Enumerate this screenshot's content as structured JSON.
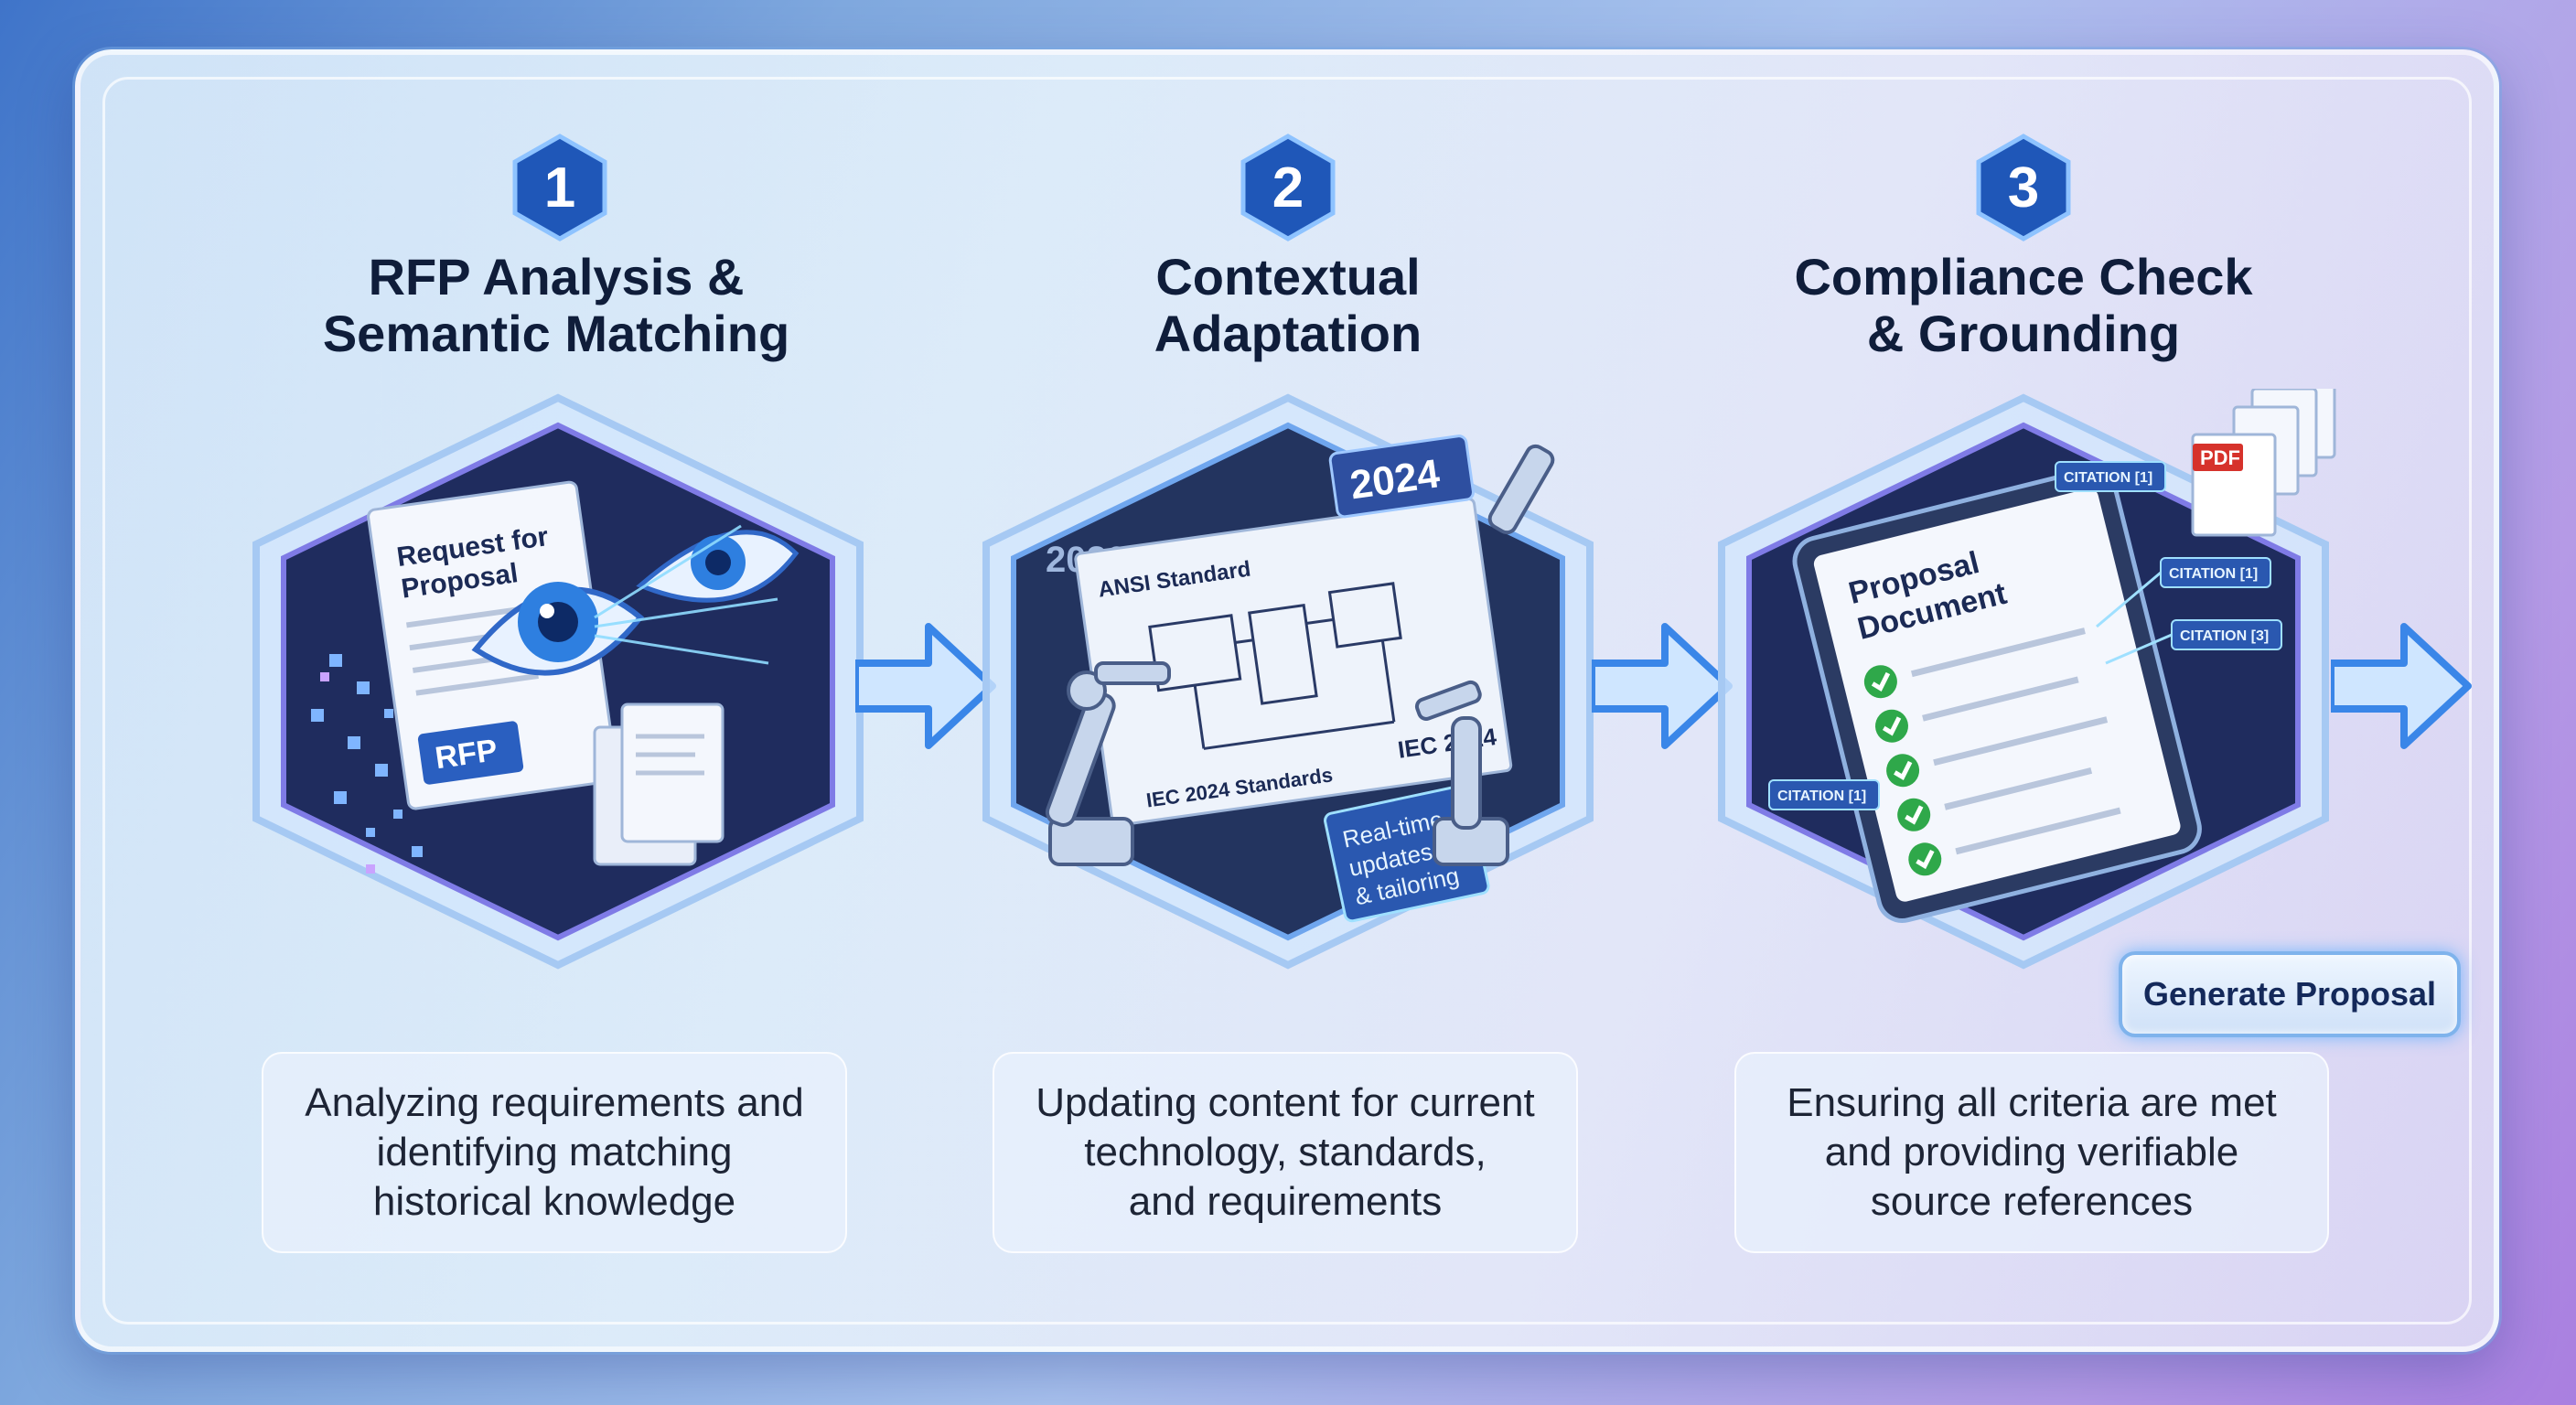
{
  "steps": [
    {
      "number": "1",
      "title_line1": "RFP Analysis &",
      "title_line2": "Semantic Matching",
      "description_line1": "Analyzing requirements and",
      "description_line2": "identifying matching",
      "description_line3": "historical knowledge",
      "illustration": {
        "doc_heading_line1": "Request for",
        "doc_heading_line2": "Proposal",
        "doc_badge": "RFP",
        "icon": "eye-icon"
      }
    },
    {
      "number": "2",
      "title_line1": "Contextual",
      "title_line2": "Adaptation",
      "description_line1": "Updating content for current",
      "description_line2": "technology, standards,",
      "description_line3": "and requirements",
      "illustration": {
        "year_old": "2020",
        "year_new": "2024",
        "standard_old": "ANSI Standard",
        "standard_new_1": "IEC 2024 Standards",
        "standard_new_2": "IEC 2024",
        "update_note_line1": "Real-time",
        "update_note_line2": "updates",
        "update_note_line3": "& tailoring",
        "icon": "robot-arm-icon"
      }
    },
    {
      "number": "3",
      "title_line1": "Compliance Check",
      "title_line2": "& Grounding",
      "description_line1": "Ensuring all criteria are met",
      "description_line2": "and providing verifiable",
      "description_line3": "source references",
      "illustration": {
        "doc_heading_line1": "Proposal",
        "doc_heading_line2": "Document",
        "pdf_label": "PDF",
        "citation_1": "CITATION [1]",
        "citation_2": "CITATION [1]",
        "citation_3": "CITATION [3]",
        "citation_4": "CITATION [1]",
        "icon": "tablet-icon"
      }
    }
  ],
  "action_button": "Generate Proposal",
  "colors": {
    "accent": "#2f6fd8",
    "badge": "#1f57b8",
    "hex_dark": "#1e2a5a",
    "check": "#2fa84a",
    "pdf": "#d6322b"
  }
}
